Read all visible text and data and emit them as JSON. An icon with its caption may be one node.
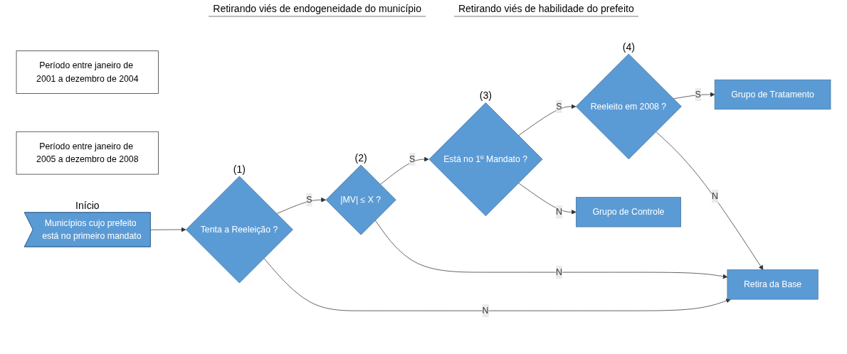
{
  "diagram": {
    "nodes": [
      {
        "text": [
          "Período entre janeiro de 2001 a dezembro de 2004"
        ]
      },
      {
        "text": [
          "Período entre janeiro de 2005 a dezembro de 2008"
        ]
      },
      {
        "text": [
          "Municípios cujo prefeito está no primeiro mandato"
        ],
        "beside": [
          "Início"
        ]
      },
      {
        "text": [
          "Tenta a Reeleição ?"
        ],
        "beside": [
          "(1)"
        ]
      },
      {
        "text": [
          "|MV| ≤ X ?"
        ],
        "beside": [
          "(2)"
        ]
      },
      {
        "text": [
          "Retira da Base"
        ]
      },
      {
        "text": [
          "Está no 1º Mandato ?"
        ],
        "beside": [
          "(3)"
        ]
      },
      {
        "text": [
          "Grupo de Controle"
        ]
      },
      {
        "text": [
          "Reeleito em 2008 ?"
        ],
        "beside": [
          "(4)"
        ]
      },
      {
        "text": [
          "Grupo de Tratamento"
        ]
      }
    ],
    "edges": [
      {
        "from": 2,
        "to": 3,
        "arrow": "to"
      },
      {
        "from": 3,
        "to": 4,
        "arrow": "to",
        "label": "S"
      },
      {
        "from": 3,
        "to": 5,
        "arrow": "to",
        "label": "N"
      },
      {
        "from": 4,
        "to": 6,
        "arrow": "to",
        "label": "S"
      },
      {
        "from": 4,
        "to": 5,
        "arrow": "to",
        "label": "N"
      },
      {
        "from": 6,
        "to": 8,
        "arrow": "to",
        "label": "S"
      },
      {
        "from": 6,
        "to": 7,
        "arrow": "to",
        "label": "N"
      },
      {
        "from": 8,
        "to": 9,
        "arrow": "to",
        "label": "S"
      },
      {
        "from": 8,
        "to": 5,
        "arrow": "to",
        "label": "N"
      }
    ],
    "labels": [
      "Retirando viés de endogeneidade do município",
      "Retirando viés de habilidade do prefeito"
    ]
  }
}
